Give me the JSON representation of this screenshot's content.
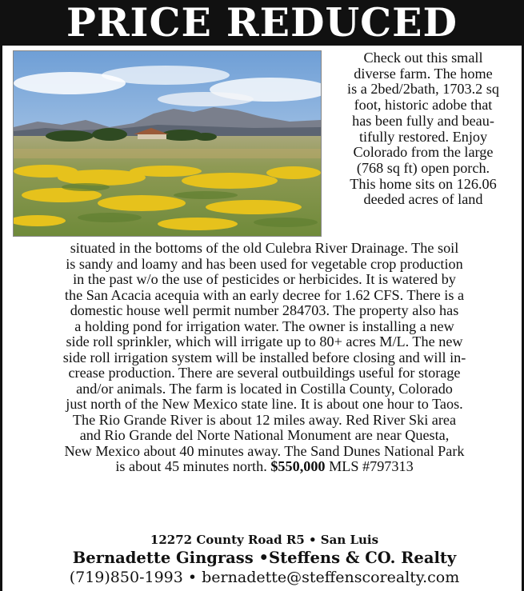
{
  "banner": {
    "title": "PRICE REDUCED"
  },
  "intro_lines": [
    "Check out this small",
    "diverse farm. The home",
    "is a 2bed/2bath, 1703.2 sq",
    "foot, historic adobe that",
    "has been fully and beau-",
    "tifully restored. Enjoy",
    "Colorado from the large",
    "(768 sq ft) open porch.",
    "This home sits on 126.06",
    "deeded acres of land"
  ],
  "body_lines": [
    "situated in the bottoms of the old Culebra River Drainage. The soil",
    "is sandy and loamy and has been used for vegetable crop production",
    "in the past w/o the use of pesticides or herbicides. It is watered by",
    "the San Acacia acequia with an early decree for 1.62 CFS. There is a",
    "domestic house well permit number 284703. The property also has",
    "a holding pond for irrigation water. The owner is installing a new",
    "side roll sprinkler, which will irrigate up to 80+ acres M/L. The new",
    "side roll irrigation system will be installed before closing and will in-",
    "crease production. There are several outbuildings useful for storage",
    "and/or animals. The farm is located in Costilla County, Colorado",
    "just north of the New Mexico state line. It is about one hour to Taos.",
    "The Rio Grande River is about 12 miles away. Red River Ski area",
    "and Rio Grande del Norte National Monument are near Questa,",
    "New Mexico about 40 minutes away. The Sand Dunes National Park"
  ],
  "last_line": {
    "text": "is about 45 minutes north.",
    "price": "$550,000",
    "mls": "MLS #797313"
  },
  "address": "12272 County Road R5 • San Luis",
  "agent": "Bernadette Gingrass •Steffens & CO. Realty",
  "contact": "(719)850-1993 • bernadette@steffenscorealty.com"
}
